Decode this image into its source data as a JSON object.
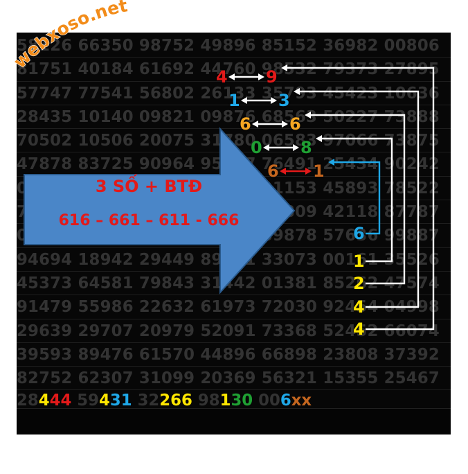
{
  "logo": {
    "text": "webxoso.net"
  },
  "grid_rows": [
    "58126 66350 98752 49896 85152 36982 00806",
    "81751 40184 61692 44760 98532 79373 27895",
    "57747 77541 56802 26133 35793 45423 10636",
    "28435 10140 09821 09876 68563 50227 73888",
    "70502 10506 20075 31780 06583 97066 73875",
    "47878 83725 90964 95167 76491 25434 90242",
    "01985 71540 64258 45211 21153 45893 78522",
    "76393 46124 95812 42603 60809 42118 87787",
    "02648 49101 30278 37524 89878 57636 99887",
    "94694 18942 29449 89051 33073 00161 35526",
    "45373 64581 79843 31442 01381 85262 47574",
    "91479 55986 22632 61973 72030 92454 04998",
    "29639 29707 20979 52091 73368 52452 66074",
    "39593 89476 61570 44896 66898 23808 37392",
    "82752 62307 31099 20369 56321 15355 25467"
  ],
  "result_row": [
    {
      "dim": "28",
      "parts": [
        [
          "4",
          "#ffe600"
        ],
        [
          "44",
          "#e21a1a"
        ]
      ]
    },
    {
      "dim": "59",
      "parts": [
        [
          "4",
          "#ffe600"
        ],
        [
          "31",
          "#1fa8e8"
        ]
      ]
    },
    {
      "dim": "32",
      "parts": [
        [
          "266",
          "#ffe600"
        ]
      ]
    },
    {
      "dim": "98",
      "parts": [
        [
          "1",
          "#ffe600"
        ],
        [
          "30",
          "#1fa033"
        ]
      ]
    },
    {
      "dim": "00",
      "parts": [
        [
          "6",
          "#1fa8e8"
        ],
        [
          "xx",
          "#c4661f"
        ]
      ]
    }
  ],
  "pairs": [
    {
      "left": "4",
      "right": "9",
      "left_color": "#e21a1a",
      "right_color": "#e21a1a",
      "arrow_color": "#ffffff"
    },
    {
      "left": "1",
      "right": "3",
      "left_color": "#1fa8e8",
      "right_color": "#1fa8e8",
      "arrow_color": "#ffffff"
    },
    {
      "left": "6",
      "right": "6",
      "left_color": "#f5a623",
      "right_color": "#f5a623",
      "arrow_color": "#ffffff"
    },
    {
      "left": "0",
      "right": "8",
      "left_color": "#1fa033",
      "right_color": "#1fa033",
      "arrow_color": "#ffffff"
    },
    {
      "left": "6",
      "right": "1",
      "left_color": "#c4661f",
      "right_color": "#c4661f",
      "arrow_color": "#e21a1a"
    }
  ],
  "stack_digits": [
    {
      "value": "6",
      "color": "#1fa8e8"
    },
    {
      "value": "1",
      "color": "#ffe600"
    },
    {
      "value": "2",
      "color": "#ffe600"
    },
    {
      "value": "4",
      "color": "#ffe600"
    },
    {
      "value": "4",
      "color": "#ffe600"
    }
  ],
  "arrow_banner": {
    "line1": "3 SỐ + BTĐ",
    "line2": "616 – 661 – 611 - 666",
    "fill": "#4a86c8",
    "text_color": "#e21a1a"
  },
  "colors": {
    "background": "#070707",
    "grid_digits": "#333333",
    "connector": "#ffffff",
    "connector_blue": "#1fa8e8"
  }
}
